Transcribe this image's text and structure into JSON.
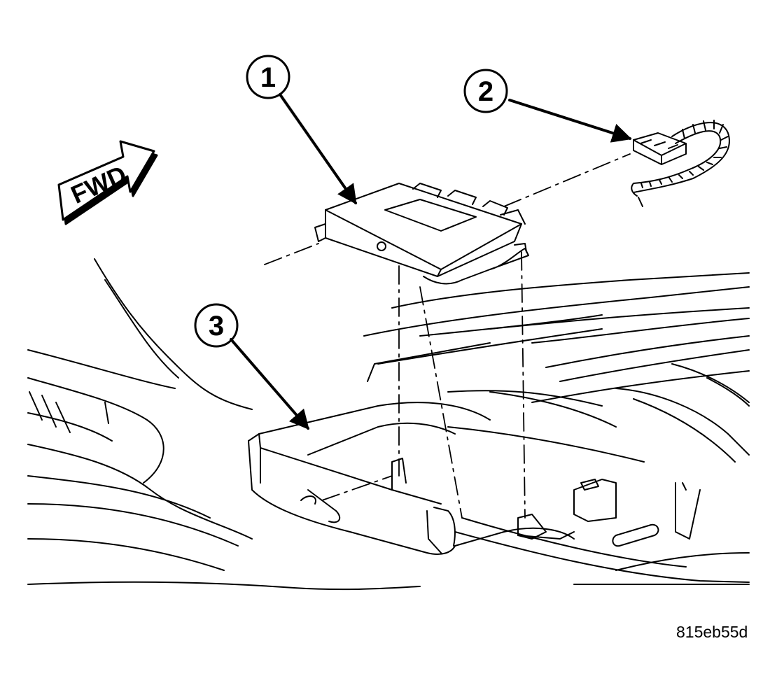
{
  "diagram": {
    "direction_label": "FWD",
    "callouts": [
      {
        "label": "1"
      },
      {
        "label": "2"
      },
      {
        "label": "3"
      }
    ],
    "figure_id": "815eb55d"
  }
}
